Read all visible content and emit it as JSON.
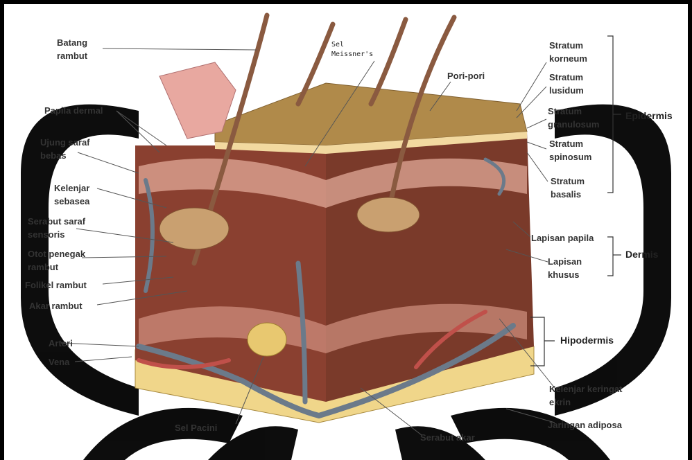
{
  "labels_left": {
    "batang_rambut": "Batang\nrambut",
    "papila_dermal": "Papila dermal",
    "ujung_saraf_bebas": "Ujung saraf\nbebas",
    "kelenjar_sebasea": "Kelenjar\nsebasea",
    "serabut_saraf_sensoris": "Serabut saraf\nsensoris",
    "otot_penegak_rambut": "Otot penegak\nrambut",
    "folikel_rambut": "Folikel rambut",
    "akar_rambut": "Akar rambut",
    "arteri": "Arteri",
    "vena": "Vena"
  },
  "labels_top": {
    "sel_meissner": "Sel\nMeissner's",
    "pori_pori": "Pori-pori"
  },
  "labels_right": {
    "stratum_korneum": "Stratum\nkorneum",
    "stratum_lusidum": "Stratum\nlusidum",
    "stratum_granulosum": "Stratum\ngranulosum",
    "stratum_spinosum": "Stratum\nspinosum",
    "stratum_basalis": "Stratum\nbasalis",
    "lapisan_papila": "Lapisan papila",
    "lapisan_khusus": "Lapisan\nkhusus",
    "kelenjar_keringat_ekrin": "Kelenjar keringat\nekrin",
    "jaringan_adiposa": "Jaringan adiposa"
  },
  "labels_bottom": {
    "sel_pacini": "Sel Pacini",
    "serabut_akar": "Serabut akar"
  },
  "groups": {
    "epidermis": "Epidermis",
    "dermis": "Dermis",
    "hipodermis": "Hipodermis"
  },
  "colors": {
    "frame": "#000000",
    "epidermis_top": "#b08a4a",
    "dermis": "#7a3a2a",
    "dermis_light": "#c98a7a",
    "fat": "#f0d68a",
    "vein": "#6b7a8a",
    "artery": "#c0504a",
    "watermark": "#000000"
  }
}
